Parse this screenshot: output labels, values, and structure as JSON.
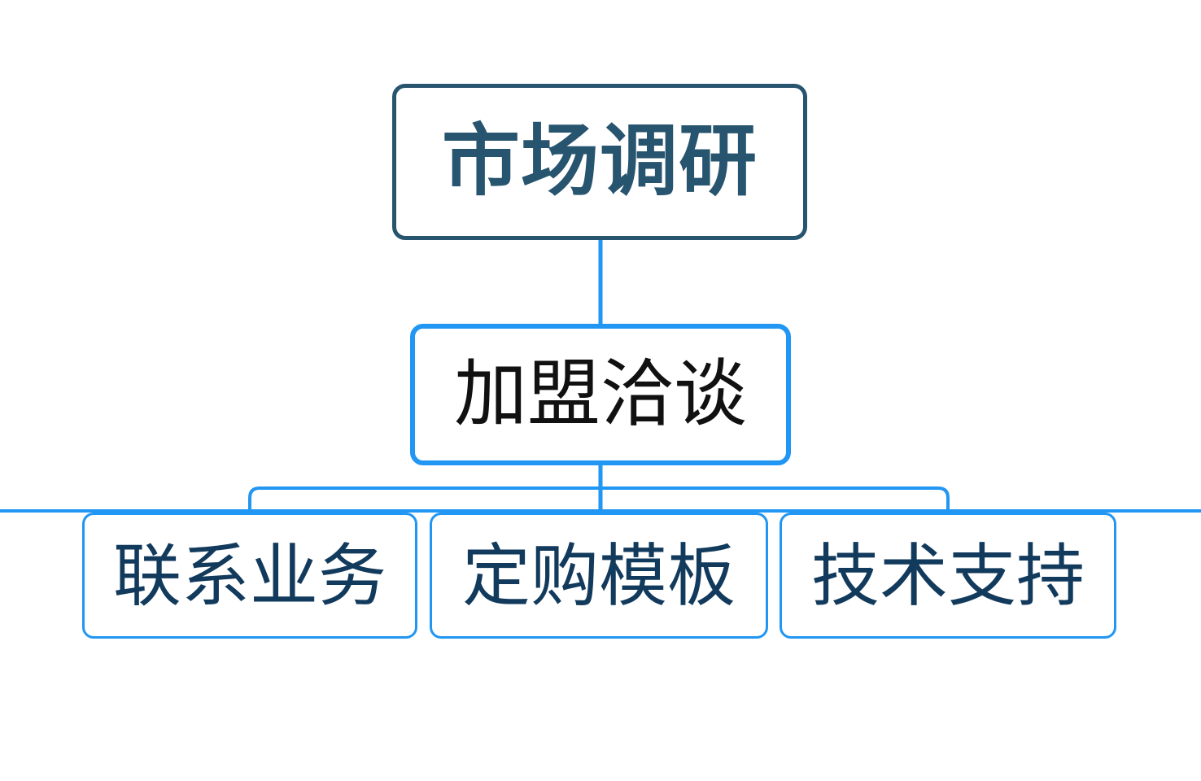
{
  "diagram": {
    "type": "organization-tree",
    "background_color": "#ffffff",
    "levels": 3,
    "colors": {
      "root_border": "#27546e",
      "root_text": "#27546e",
      "branch_border": "#2196f3",
      "branch_text": "#111111",
      "leaf_border": "#2196f3",
      "leaf_text": "#123a5c",
      "connector": "#2196f3"
    },
    "root": {
      "label": "市场调研"
    },
    "branch": {
      "label": "加盟洽谈"
    },
    "leaves": [
      {
        "label": "联系业务"
      },
      {
        "label": "定购模板"
      },
      {
        "label": "技术支持"
      }
    ]
  }
}
